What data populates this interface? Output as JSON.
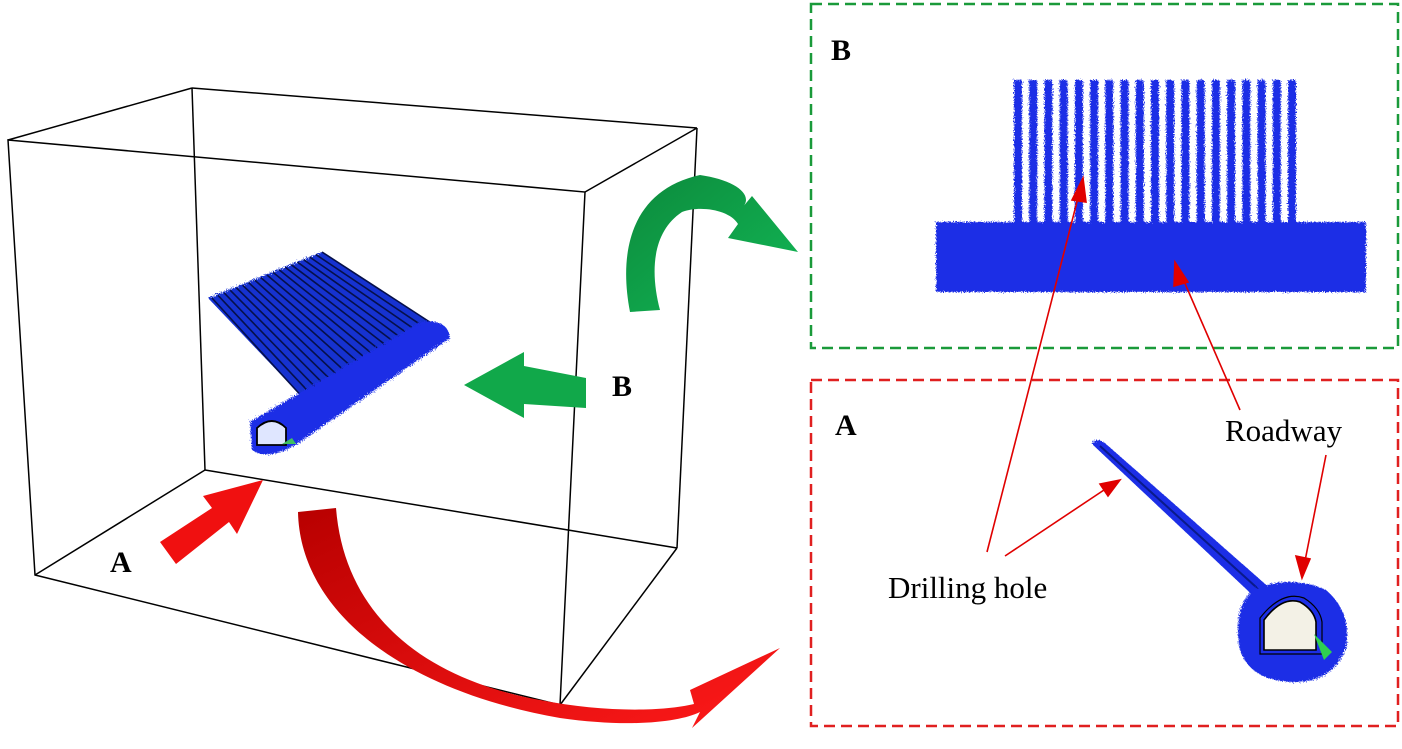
{
  "labels": {
    "view_a_marker": "A",
    "view_b_marker": "B",
    "panel_b_title": "B",
    "panel_a_title": "A",
    "drilling_hole": "Drilling hole",
    "roadway": "Roadway"
  },
  "colors": {
    "fracture_blue": "#1a2fe6",
    "fracture_dark": "#0a1a8a",
    "arrow_red": "#e60000",
    "arrow_green": "#0ea84a",
    "panel_b_border": "#1a9a3a",
    "panel_a_border": "#e02020",
    "leader_red": "#e00000"
  },
  "drill_count": 19
}
